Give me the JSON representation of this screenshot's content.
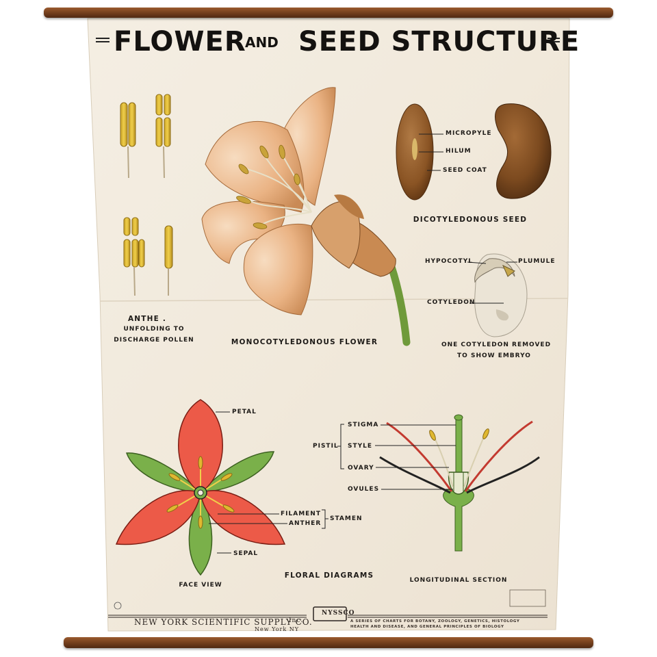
{
  "title": {
    "part1": "FLOWER",
    "part2": "AND",
    "part3": "SEED STRUCTURE"
  },
  "anther": {
    "caption_line1": "ANTHE .",
    "caption_line2": "UNFOLDING TO",
    "caption_line3": "DISCHARGE POLLEN"
  },
  "flower": {
    "caption": "MONOCOTYLEDONOUS  FLOWER"
  },
  "seed": {
    "labels": {
      "micropyle": "MICROPYLE",
      "hilum": "HILUM",
      "seed_coat": "SEED COAT"
    },
    "caption": "DICOTYLEDONOUS  SEED"
  },
  "embryo": {
    "labels": {
      "hypocotyl": "HYPOCOTYL",
      "plumule": "PLUMULE",
      "cotyledon": "COTYLEDON"
    },
    "caption_line1": "ONE COTYLEDON REMOVED",
    "caption_line2": "TO SHOW EMBRYO"
  },
  "face_view": {
    "labels": {
      "petal": "PETAL",
      "filament": "FILAMENT",
      "anther": "ANTHER",
      "stamen": "STAMEN",
      "sepal": "SEPAL"
    },
    "caption": "FACE VIEW"
  },
  "floral_diagrams": {
    "caption": "FLORAL DIAGRAMS"
  },
  "section": {
    "labels": {
      "stigma": "STIGMA",
      "style": "STYLE",
      "ovary": "OVARY",
      "pistil": "PISTIL",
      "ovules": "OVULES"
    },
    "caption": "LONGITUDINAL SECTION"
  },
  "footer": {
    "publisher": "NEW YORK SCIENTIFIC SUPPLY CO.",
    "publisher_suffix": "Inc.",
    "city": "New York NY",
    "logo": "NYSSCO",
    "series_line1": "A SERIES OF CHARTS FOR BOTANY, ZOOLOGY, GENETICS, HISTOLOGY",
    "series_line2": "HEALTH AND DISEASE, AND GENERAL PRINCIPLES OF BIOLOGY"
  },
  "colors": {
    "paper": "#f3ece0",
    "petal_red": "#ec5a48",
    "sepal_green": "#7ab04a",
    "seed_brown": "#8a5424",
    "rod": "#6e3b1b"
  }
}
